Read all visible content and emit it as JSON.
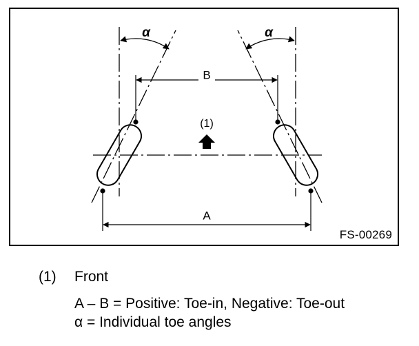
{
  "diagram": {
    "alpha_symbol": "α",
    "label_b": "B",
    "label_a": "A",
    "front_marker": "(1)",
    "figure_code": "FS-00269"
  },
  "legend": {
    "item_number": "(1)",
    "item_label": "Front",
    "equation": "A – B = Positive: Toe-in, Negative: Toe-out",
    "alpha_definition": "α = Individual toe angles"
  }
}
